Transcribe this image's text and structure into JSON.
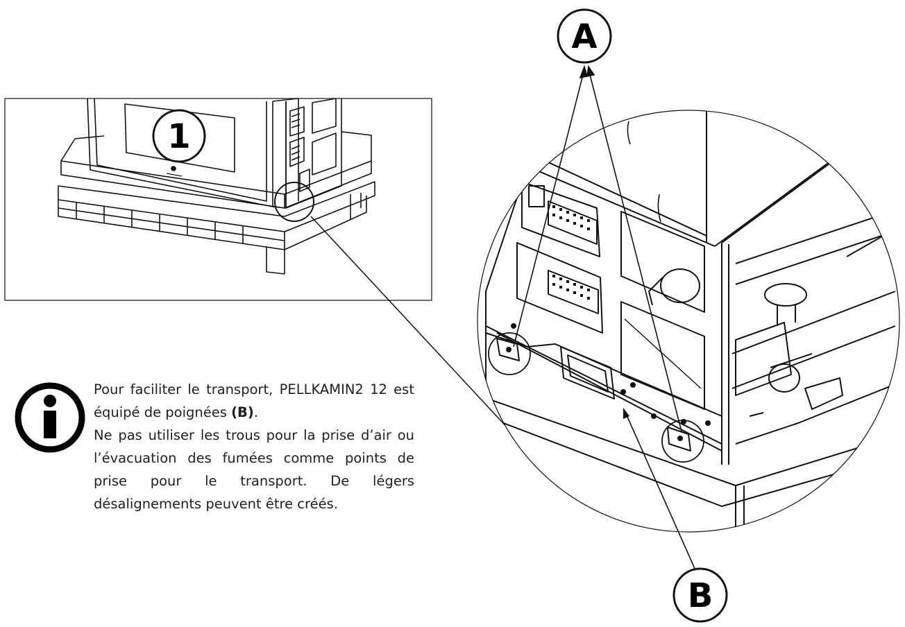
{
  "callouts": {
    "one": "1",
    "a": "A",
    "b": "B"
  },
  "info": {
    "icon": "info-icon",
    "line1_pre": "Pour faciliter le transport, PELLKAMIN2 12 est équipé de poignées ",
    "line1_bold": "(B)",
    "line1_post": ".",
    "paragraph2": "Ne pas utiliser les trous pour la prise d’air ou l’évacuation des fumées comme points de prise pour le transport. De légers désalignements peuvent être créés."
  },
  "colors": {
    "line": "#111111",
    "background": "#ffffff"
  }
}
